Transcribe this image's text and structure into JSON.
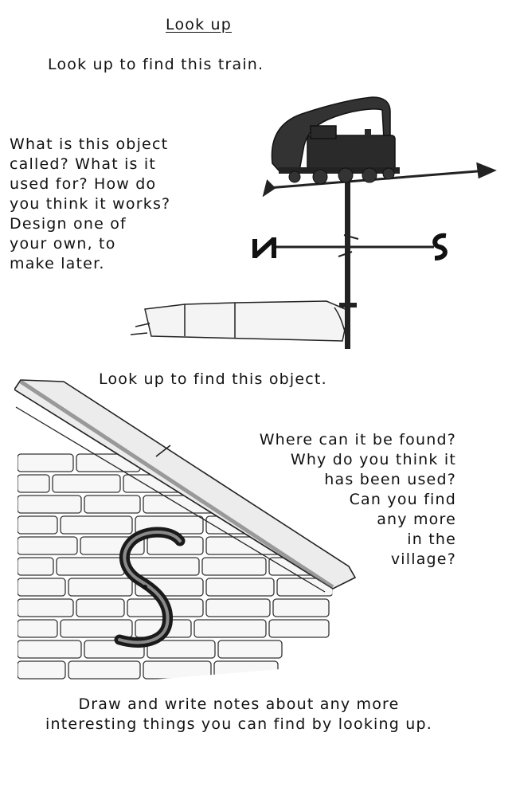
{
  "page": {
    "title": "Look up",
    "train_intro": "Look up to find this train.",
    "train_questions": [
      "What is this object",
      "called? What is it",
      "used for? How do",
      "you think it works?",
      "Design one of",
      "your own, to",
      "make later."
    ],
    "hook_intro": "Look up to find this object.",
    "hook_questions": [
      "Where can it be found?",
      "Why do you think it",
      "has been used?",
      "Can you find",
      "any more",
      "in the",
      "village?"
    ],
    "closing": [
      "Draw and write notes about any more",
      "interesting things you can find by looking up."
    ]
  },
  "illustrations": {
    "weather_vane": {
      "subject": "train weather vane",
      "letters": [
        "N",
        "S"
      ],
      "icon": "weather-vane-icon"
    },
    "wall_hook": {
      "subject": "S-shaped iron hook on brick wall",
      "icon": "s-hook-icon"
    }
  }
}
